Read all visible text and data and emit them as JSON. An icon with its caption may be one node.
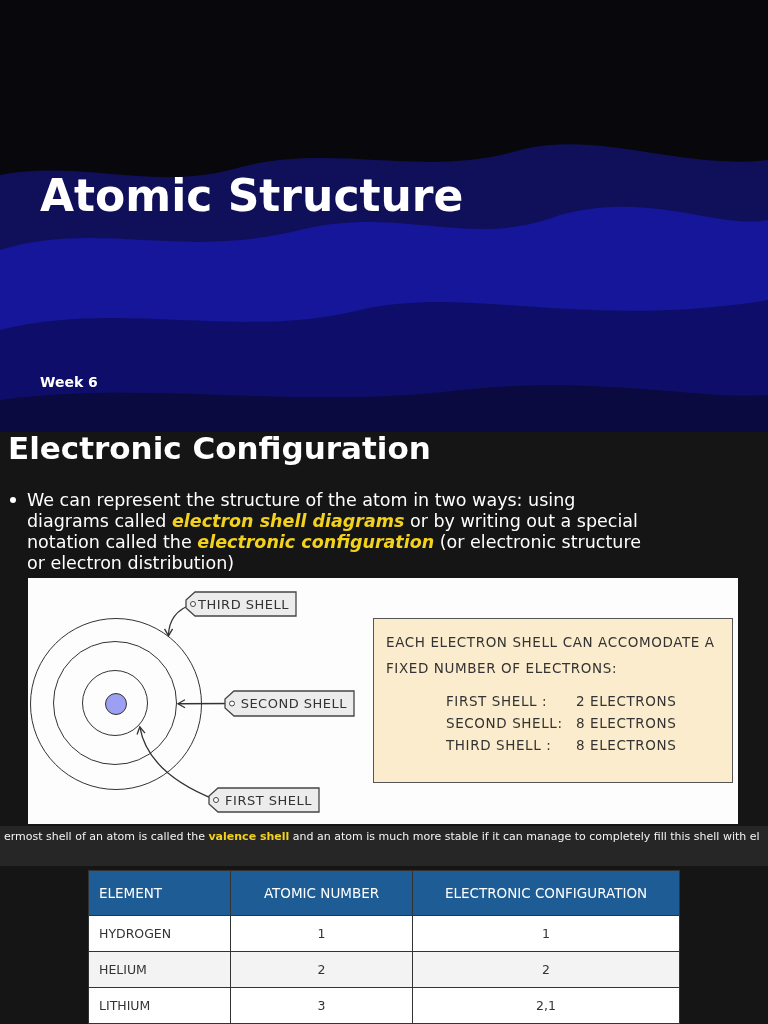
{
  "diagram": {
    "title": "Atomic Structure",
    "nodes": [
      {
        "text": [
          "THIRD SHELL"
        ]
      },
      {
        "text": [
          "SECOND SHELL"
        ]
      },
      {
        "text": [
          "FIRST SHELL"
        ]
      },
      {
        "text": [],
        "shape": "circle"
      },
      {
        "text": [],
        "shape": "circle",
        "in": 3
      },
      {
        "text": [],
        "shape": "circle",
        "in": 4
      },
      {
        "text": [
          "EACH ELECTRON SHELL CAN ACCOMODATE A FIXED NUMBER OF ELECTRONS:",
          "FIRST SHELL :",
          "2 ELECTRONS",
          "SECOND SHELL:",
          "8 ELECTRONS",
          "THIRD SHELL :",
          "8 ELECTRONS"
        ]
      }
    ],
    "edges": [
      {
        "from": 0,
        "to": 3,
        "arrow": "to"
      },
      {
        "from": 1,
        "to": 4,
        "arrow": "to"
      },
      {
        "from": 2,
        "to": 5,
        "arrow": "to"
      }
    ],
    "labels": [
      "Week 6",
      "Electronic Configuration",
      "We can represent the structure of the atom in two ways: using diagrams called **electron shell diagrams** or by writing out a special notation called the **electronic configuration** (or electronic structure or electron distribution)",
      "ermost shell of an atom is called the **valence shell** and an atom is much more stable if it can manage to completely fill this shell with el",
      "ELEMENT",
      "ATOMIC NUMBER",
      "ELECTRONIC CONFIGURATION",
      "HYDROGEN",
      "1",
      "1",
      "HELIUM",
      "2",
      "2",
      "LITHIUM",
      "3",
      "2,1"
    ]
  }
}
